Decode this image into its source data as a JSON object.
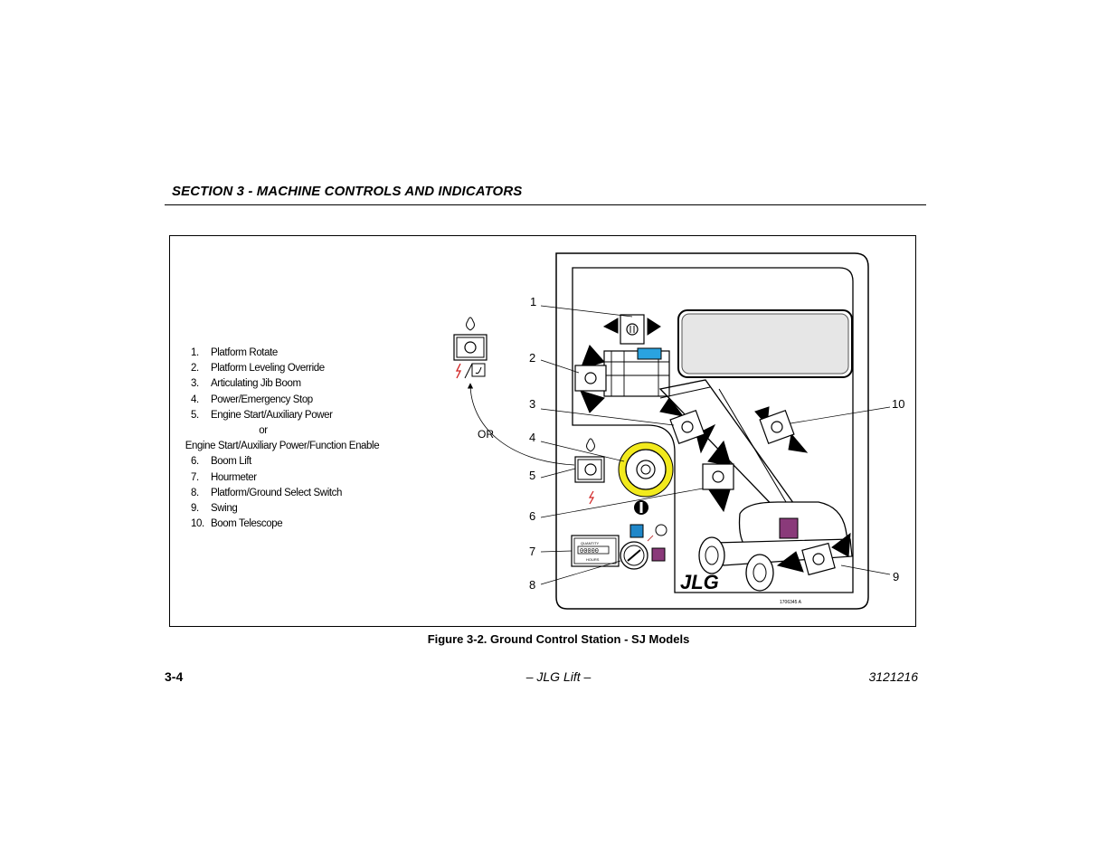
{
  "header": {
    "section_title": "SECTION 3 - MACHINE CONTROLS AND INDICATORS"
  },
  "legend": [
    {
      "num": "1.",
      "label": "Platform Rotate"
    },
    {
      "num": "2.",
      "label": "Platform Leveling Override"
    },
    {
      "num": "3.",
      "label": "Articulating Jib Boom"
    },
    {
      "num": "4.",
      "label": "Power/Emergency Stop"
    },
    {
      "num": "5.",
      "label": "Engine Start/Auxiliary Power"
    },
    {
      "num": "",
      "label": "or"
    },
    {
      "num": "",
      "label": "Engine Start/Auxiliary Power/Function Enable"
    },
    {
      "num": "6.",
      "label": "Boom Lift"
    },
    {
      "num": "7.",
      "label": "Hourmeter"
    },
    {
      "num": "8.",
      "label": "Platform/Ground Select Switch"
    },
    {
      "num": "9.",
      "label": "Swing"
    },
    {
      "num": "10.",
      "label": "Boom Telescope"
    }
  ],
  "callouts": [
    "1",
    "2",
    "3",
    "4",
    "5",
    "6",
    "7",
    "8",
    "9",
    "10"
  ],
  "or_label": "OR",
  "hourmeter": {
    "top": "QUANTITY",
    "digits": "00000",
    "bottom": "HOURS"
  },
  "logo": "JLG",
  "part_number": "1706345 A",
  "caption": "Figure 3-2.  Ground Control Station - SJ Models",
  "footer": {
    "page": "3-4",
    "center": "– JLG Lift –",
    "doc_number": "3121216"
  },
  "colors": {
    "emergency_stop_ring": "#f2ea1d",
    "lcd_blue": "#1e90d6",
    "status_blue": "#1f87c9",
    "status_purple": "#8a3a7a",
    "platform_blue": "#2aa3e0"
  }
}
